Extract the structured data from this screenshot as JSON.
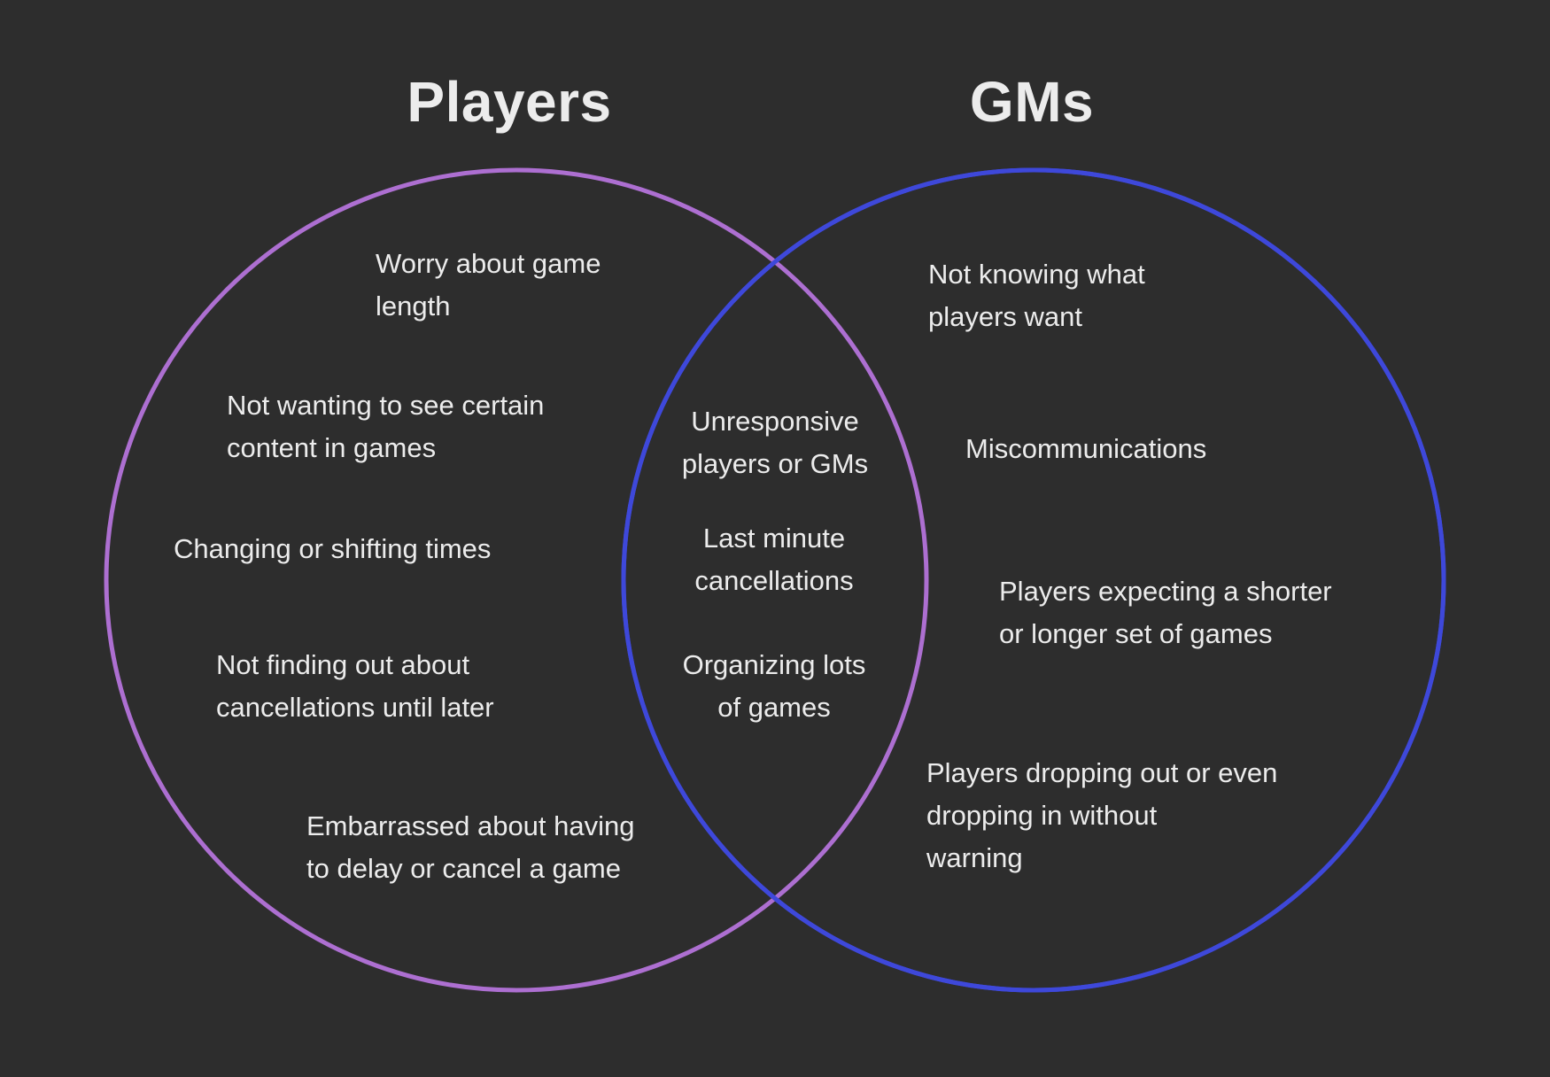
{
  "sets": [
    {
      "name": "Players",
      "color": "#ad6fd1"
    },
    {
      "name": "GMs",
      "color": "#3e48da"
    }
  ],
  "background": "#2d2d2d",
  "players_only": [
    "Worry about game\nlength",
    "Not wanting to see certain\ncontent in games",
    "Changing or shifting times",
    "Not finding out about\ncancellations until later",
    "Embarrassed about having\nto delay or cancel a game"
  ],
  "both": [
    "Unresponsive\nplayers or GMs",
    "Last minute\ncancellations",
    "Organizing lots\nof games"
  ],
  "gms_only": [
    "Not knowing what\nplayers want",
    "Miscommunications",
    "Players expecting a shorter\nor longer set of games",
    "Players dropping out or even\ndropping in without\nwarning"
  ]
}
